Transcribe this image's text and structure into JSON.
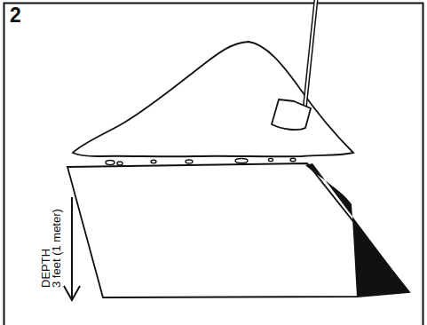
{
  "diagram": {
    "labels": [
      "2",
      "DEPTH",
      "3 feet (1 meter)"
    ]
  }
}
